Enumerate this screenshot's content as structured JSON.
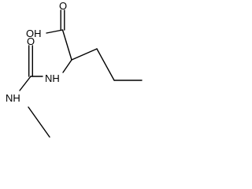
{
  "structure": {
    "atoms": {
      "carbonyl_o_acid": "O",
      "hydroxyl": "OH",
      "amide_nh": "NH",
      "urea_carbonyl_o": "O",
      "methyl_nh": "NH"
    }
  },
  "colors": {
    "bond": "#000000",
    "text": "#000000",
    "background": "#ffffff"
  }
}
